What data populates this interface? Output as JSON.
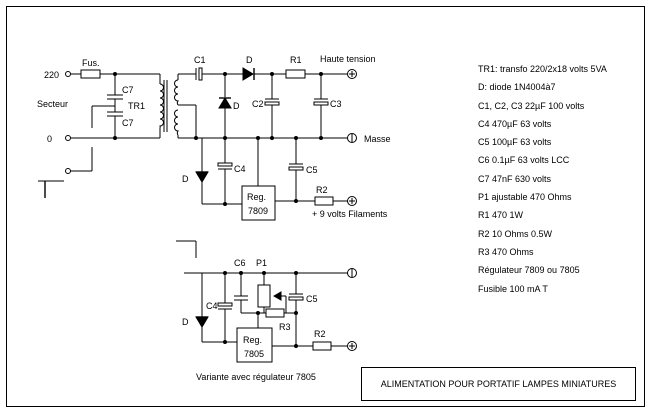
{
  "diagram": {
    "title": "ALIMENTATION POUR PORTATIF LAMPES MINIATURES",
    "labels": {
      "v220": "220",
      "zero": "0",
      "secteur": "Secteur",
      "fuse": "Fus.",
      "c7a": "C7",
      "c7b": "C7",
      "tr1": "TR1",
      "c1": "C1",
      "d_top": "D",
      "r1": "R1",
      "haute_tension": "Haute tension",
      "d_bridge": "D",
      "c2": "C2",
      "c3": "C3",
      "masse": "Masse",
      "c4": "C4",
      "c5": "C5",
      "d_lower": "D",
      "reg_a": "Reg.",
      "reg_b": "7809",
      "r2": "R2",
      "filaments": "+ 9 volts Filaments",
      "v_c6": "C6",
      "v_p1": "P1",
      "v_c4": "C4",
      "v_c5": "C5",
      "v_r3": "R3",
      "v_d": "D",
      "v_reg_a": "Reg.",
      "v_reg_b": "7805",
      "v_r2": "R2",
      "variante": "Variante avec régulateur 7805"
    },
    "components": [
      "TR1: transfo 220/2x18 volts 5VA",
      "D: diode 1N4004à7",
      "C1, C2, C3 22µF 100 volts",
      "C4 470µF 63 volts",
      "C5 100µF 63 volts",
      "C6 0.1µF 63 volts LCC",
      "C7 47nF 630 volts",
      "P1 ajustable 470 Ohms",
      "R1 470 1W",
      "R2 10 Ohms 0.5W",
      "R3 470 Ohms",
      "Régulateur  7809 ou 7805",
      "Fusible 100 mA T"
    ]
  }
}
